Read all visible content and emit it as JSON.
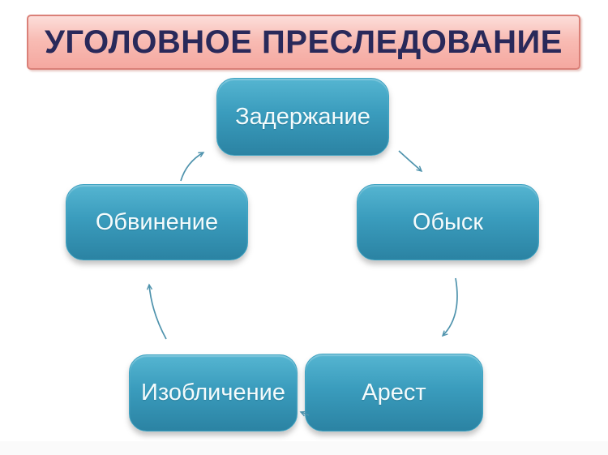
{
  "slide": {
    "title": {
      "text": "УГОЛОВНОЕ ПРЕСЛЕДОВАНИЕ"
    },
    "nodes": [
      {
        "id": "zaderzhanie",
        "label": "Задержание"
      },
      {
        "id": "obysk",
        "label": "Обыск"
      },
      {
        "id": "arest",
        "label": "Арест"
      },
      {
        "id": "izoblichenie",
        "label": "Изобличение"
      },
      {
        "id": "obvinenie",
        "label": "Обвинение"
      }
    ],
    "edges": [
      {
        "from": "zaderzhanie",
        "to": "obysk"
      },
      {
        "from": "obysk",
        "to": "arest"
      },
      {
        "from": "arest",
        "to": "izoblichenie"
      },
      {
        "from": "izoblichenie",
        "to": "obvinenie"
      },
      {
        "from": "obvinenie",
        "to": "zaderzhanie"
      }
    ],
    "colors": {
      "title_bg_top": "#fcdeda",
      "title_bg_bottom": "#f5a8a0",
      "title_border": "#da8078",
      "title_text": "#29295a",
      "node_fill_top": "#55b5d1",
      "node_fill_bottom": "#2b83a3",
      "node_text": "#f4fbfc",
      "arrow": "#4f93ad"
    }
  }
}
